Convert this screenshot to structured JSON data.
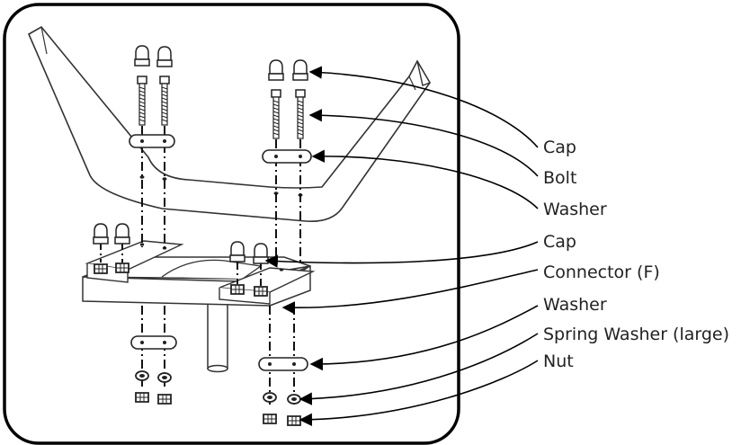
{
  "labels": [
    {
      "id": "cap-top",
      "text": "Cap"
    },
    {
      "id": "bolt",
      "text": "Bolt"
    },
    {
      "id": "washer-top",
      "text": "Washer"
    },
    {
      "id": "cap-lower",
      "text": "Cap"
    },
    {
      "id": "connector",
      "text": "Connector (F)"
    },
    {
      "id": "washer-lower",
      "text": "Washer"
    },
    {
      "id": "spring-washer",
      "text": "Spring Washer (large)"
    },
    {
      "id": "nut",
      "text": "Nut"
    }
  ]
}
